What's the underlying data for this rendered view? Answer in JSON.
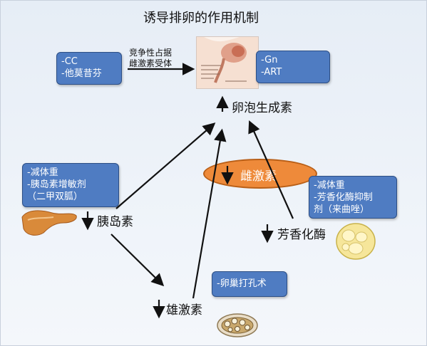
{
  "title": "诱导排卵的作用机制",
  "boxes": {
    "cc": [
      "-CC",
      "-他莫昔芬"
    ],
    "gn": [
      "-Gn",
      "-ART"
    ],
    "insulin_sensitizer": [
      "-减体重",
      "-胰岛素增敏剂",
      "（二甲双胍）"
    ],
    "aromatase_inhibitor": [
      "-减体重",
      "-芳香化酶抑制",
      "剂（来曲唑）"
    ],
    "ovarian_drilling": [
      "-卵巢打孔术"
    ]
  },
  "competitive_label": [
    "竞争性占据",
    "雌激素受体"
  ],
  "nodes": {
    "fsh": "卵泡生成素",
    "insulin": "胰岛素",
    "aromatase": "芳香化酶",
    "androgen": "雄激素",
    "estrogen": "雌激素"
  },
  "colors": {
    "box_fill": "#4f7cc2",
    "estrogen_fill": "#ee8a3a",
    "arrow": "#111111"
  },
  "icons": [
    "pituitary-image",
    "pancreas-image",
    "follicle-image",
    "ovary-image"
  ]
}
